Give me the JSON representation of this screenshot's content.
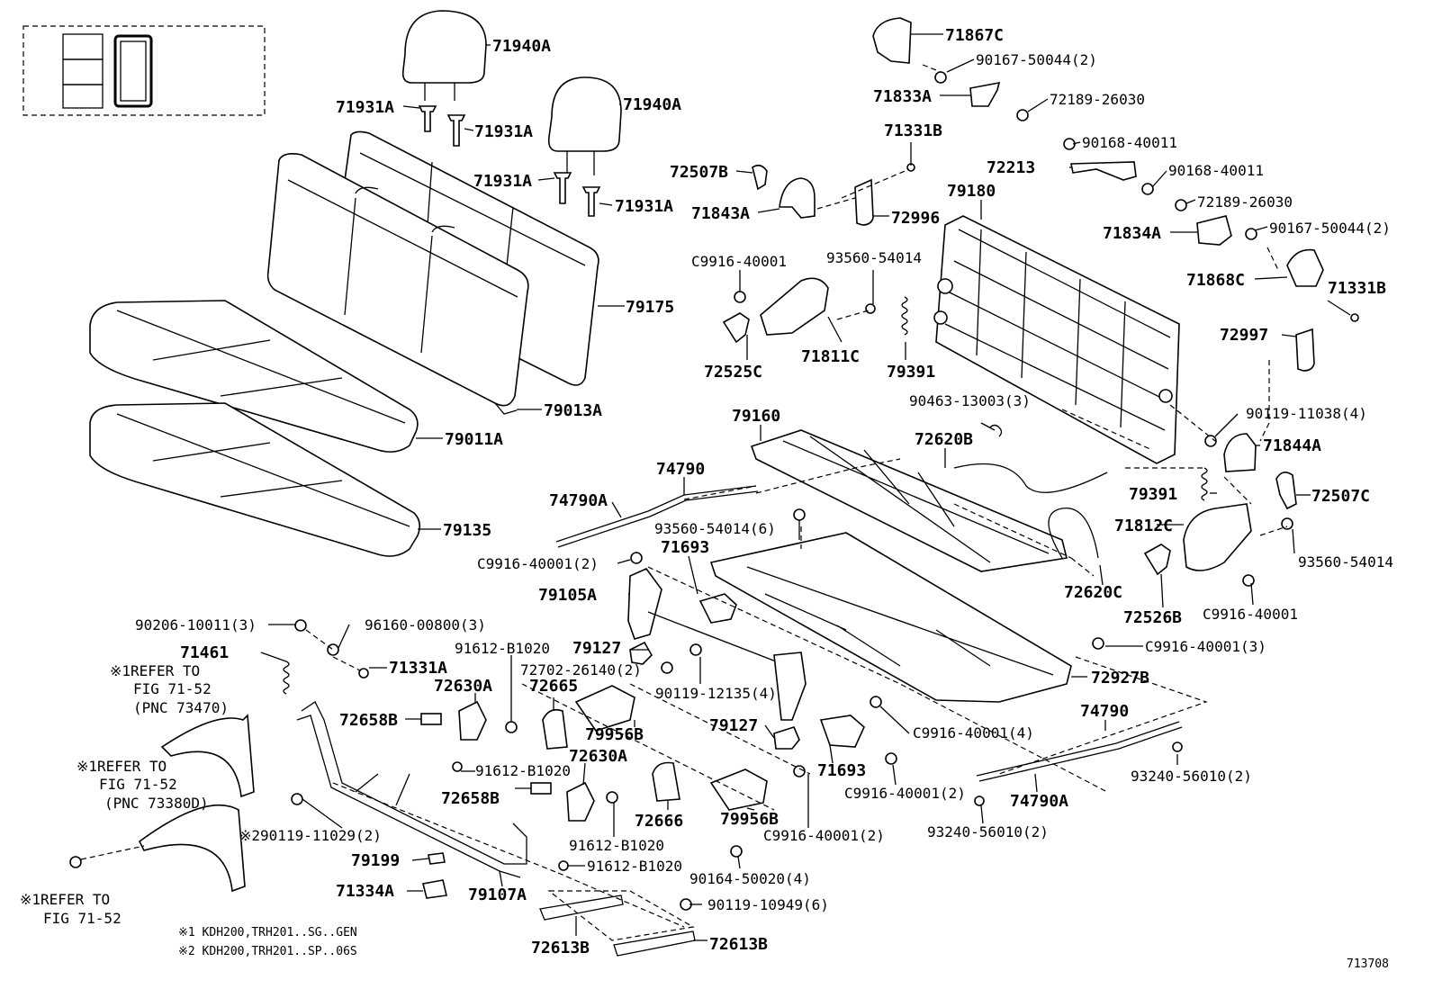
{
  "diagram_id": "713708",
  "notes": [
    "※1 KDH200,TRH201..SG..GEN",
    "※2 KDH200,TRH201..SP..06S"
  ],
  "refer_notes": [
    [
      "※1REFER TO",
      "FIG 71-52",
      "(PNC 73470)"
    ],
    [
      "※1REFER TO",
      "FIG 71-52",
      "(PNC 73380D)"
    ],
    [
      "※1REFER TO",
      "FIG 71-52"
    ]
  ],
  "labels": {
    "p71940A_1": "71940A",
    "p71940A_2": "71940A",
    "p71931A_1": "71931A",
    "p71931A_2": "71931A",
    "p71931A_3": "71931A",
    "p71931A_4": "71931A",
    "p79175": "79175",
    "p79013A": "79013A",
    "p79011A": "79011A",
    "p79135": "79135",
    "p71867C": "71867C",
    "p90167_1": "90167-50044(2)",
    "p71833A": "71833A",
    "p72189_1": "72189-26030",
    "p71331B_1": "71331B",
    "p72507B": "72507B",
    "p71843A": "71843A",
    "p72996": "72996",
    "p90168_1": "90168-40011",
    "p72213": "72213",
    "p90168_2": "90168-40011",
    "p79180": "79180",
    "p72189_2": "72189-26030",
    "p71834A": "71834A",
    "p90167_2": "90167-50044(2)",
    "p71868C": "71868C",
    "p71331B_2": "71331B",
    "p72997": "72997",
    "pC9916_1": "C9916-40001",
    "p93560_1": "93560-54014",
    "p72525C": "72525C",
    "p71811C": "71811C",
    "p79391_1": "79391",
    "p90463": "90463-13003(3)",
    "p72620B": "72620B",
    "p79160": "79160",
    "p90119_1": "90119-11038(4)",
    "p71844A": "71844A",
    "p79391_2": "79391",
    "p72507C": "72507C",
    "p74790_1": "74790",
    "p74790A_1": "74790A",
    "p93560_2": "93560-54014(6)",
    "p71693_1": "71693",
    "p71812C": "71812C",
    "p93560_3": "93560-54014",
    "pC9916_2": "C9916-40001(2)",
    "p79105A": "79105A",
    "p72620C": "72620C",
    "p72526B": "72526B",
    "pC9916_3": "C9916-40001",
    "p90206": "90206-10011(3)",
    "p96160": "96160-00800(3)",
    "p71461": "71461",
    "p91612_1": "91612-B1020",
    "p79127_1": "79127",
    "p72702": "72702-26140(2)",
    "pC9916_4": "C9916-40001(3)",
    "p71331A": "71331A",
    "p72630A_1": "72630A",
    "p72665": "72665",
    "p72927B": "72927B",
    "p90119_2": "90119-12135(4)",
    "p72658B_1": "72658B",
    "p79956B_1": "79956B",
    "p79127_2": "79127",
    "pC9916_5": "C9916-40001(4)",
    "p74790_2": "74790",
    "p72630A_2": "72630A",
    "p91612_2": "91612-B1020",
    "p71693_2": "71693",
    "p93240_1": "93240-56010(2)",
    "p72658B_2": "72658B",
    "pC9916_6": "C9916-40001(2)",
    "p74790A_2": "74790A",
    "p90119_3": "※290119-11029(2)",
    "p72666": "72666",
    "p79956B_2": "79956B",
    "p91612_3": "91612-B1020",
    "pC9916_7": "C9916-40001(2)",
    "p93240_2": "93240-56010(2)",
    "p79199": "79199",
    "p91612_4": "91612-B1020",
    "p90164": "90164-50020(4)",
    "p71334A": "71334A",
    "p79107A": "79107A",
    "p90119_4": "90119-10949(6)",
    "p72613B_1": "72613B",
    "p72613B_2": "72613B"
  }
}
